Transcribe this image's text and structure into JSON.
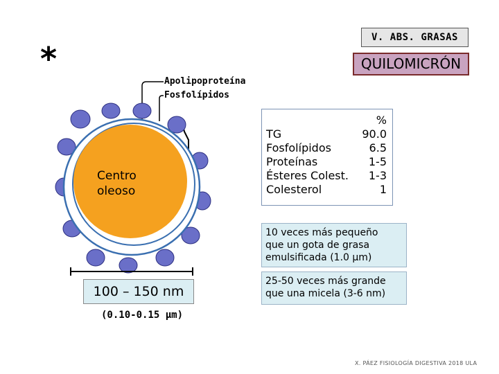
{
  "header": {
    "section_tag": "V. ABS. GRASAS",
    "title": "QUILOMICRÓN",
    "asterisk": "*"
  },
  "diagram": {
    "labels": {
      "apolipoprotein": "Apolipoproteína",
      "phospholipids": "Fosfolípidos",
      "core_line1": "Centro",
      "core_line2": "oleoso"
    },
    "size_nm": "100 – 150 nm",
    "size_um": "(0.10-0.15 μm)",
    "colors": {
      "core": "#f5a11f",
      "shell": "#ffffff",
      "membrane_outline": "#3a6fb0",
      "apoprotein": "#6a6fc8",
      "title_bg": "#c9a3c0",
      "note_bg": "#dbeef3"
    }
  },
  "composition": {
    "unit": "%",
    "rows": [
      {
        "name": "TG",
        "value": "90.0"
      },
      {
        "name": "Fosfolípidos",
        "value": "6.5"
      },
      {
        "name": "Proteínas",
        "value": "1-5"
      },
      {
        "name": "Ésteres Colest.",
        "value": "1-3"
      },
      {
        "name": "Colesterol",
        "value": "1"
      }
    ]
  },
  "notes": [
    {
      "line1": "10 veces más pequeño",
      "line2": "que un gota de grasa",
      "line3": "emulsificada (1.0 μm)"
    },
    {
      "line1": "25-50 veces más grande",
      "line2": "que una micela  (3-6 nm)"
    }
  ],
  "footer": "X. PÁEZ  FISIOLOGÍA DIGESTIVA 2018  ULA"
}
